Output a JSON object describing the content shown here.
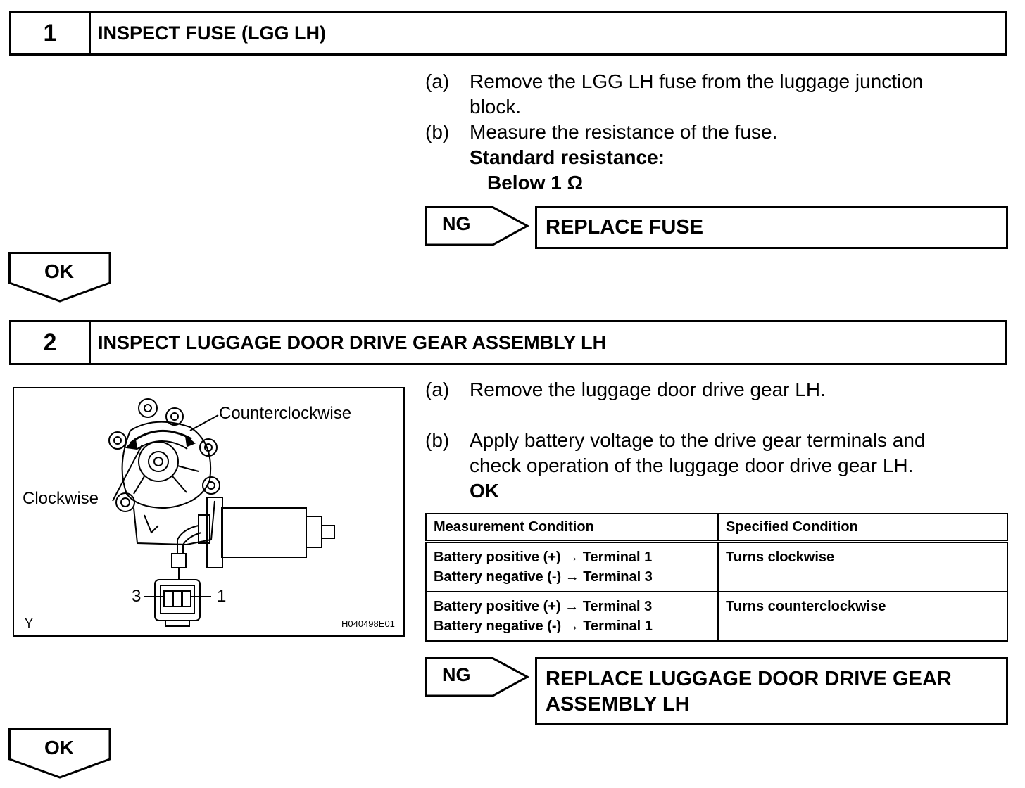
{
  "step1": {
    "number": "1",
    "title": "INSPECT FUSE (LGG LH)",
    "instr_a_label": "(a)",
    "instr_a_text": "Remove the LGG LH fuse from the luggage junction block.",
    "instr_b_label": "(b)",
    "instr_b_text": "Measure the resistance of the fuse.",
    "standard_label": "Standard resistance:",
    "standard_value": "Below 1 Ω",
    "ng_label": "NG",
    "ng_result": "REPLACE FUSE",
    "ok_label": "OK"
  },
  "step2": {
    "number": "2",
    "title": "INSPECT LUGGAGE DOOR DRIVE GEAR ASSEMBLY LH",
    "instr_a_label": "(a)",
    "instr_a_text": "Remove the luggage door drive gear LH.",
    "instr_b_label": "(b)",
    "instr_b_text": "Apply battery voltage to the drive gear terminals and check operation of the luggage door drive gear LH.",
    "ok_label_inline": "OK",
    "table": {
      "headers": [
        "Measurement Condition",
        "Specified Condition"
      ],
      "rows": [
        {
          "cond_line1": "Battery positive (+)",
          "cond_line1_term": "Terminal 1",
          "cond_line2": "Battery negative (-)",
          "cond_line2_term": "Terminal 3",
          "specified": "Turns clockwise"
        },
        {
          "cond_line1": "Battery positive (+)",
          "cond_line1_term": "Terminal 3",
          "cond_line2": "Battery negative (-)",
          "cond_line2_term": "Terminal 1",
          "specified": "Turns counterclockwise"
        }
      ]
    },
    "arrow_symbol": "→",
    "ng_label": "NG",
    "ng_result": "REPLACE LUGGAGE DOOR DRIVE GEAR ASSEMBLY LH",
    "ok_label": "OK"
  },
  "figure": {
    "label_counterclockwise": "Counterclockwise",
    "label_clockwise": "Clockwise",
    "terminal_left": "3",
    "terminal_right": "1",
    "corner_label": "Y",
    "figure_code": "H040498E01"
  }
}
